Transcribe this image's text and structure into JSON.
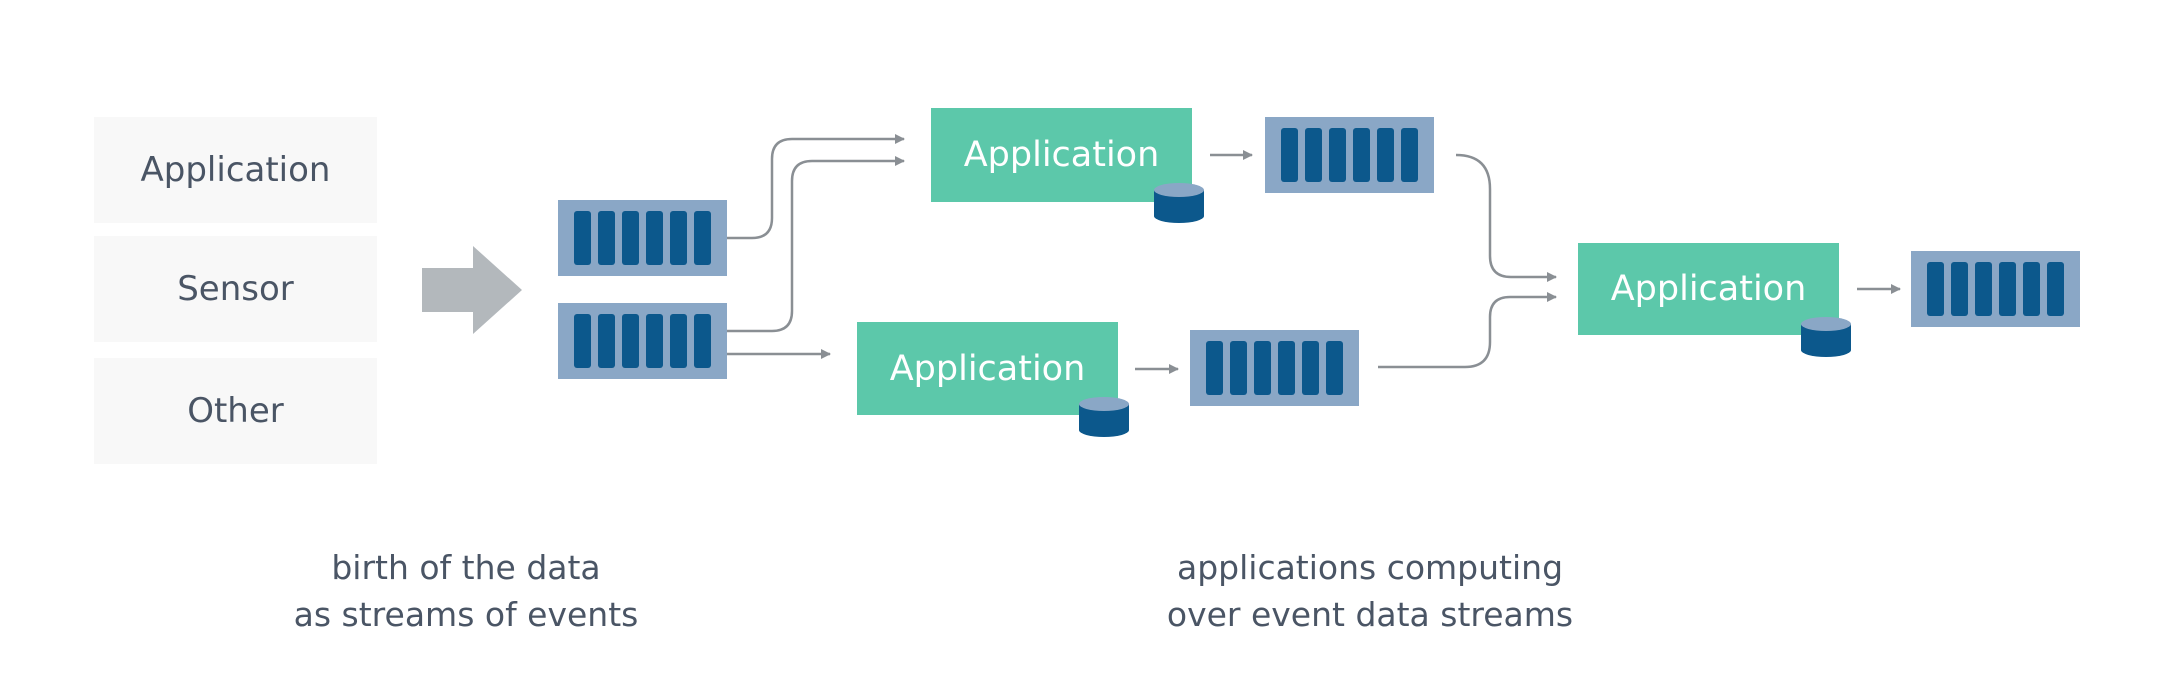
{
  "colors": {
    "source_box_bg": "#f8f8f8",
    "stream_bg": "#8aa7c6",
    "stream_slot": "#0c588c",
    "application_bg": "#5cc8aa",
    "connector": "#8a8f94",
    "big_arrow": "#b3b8bc",
    "text": "#4a5565"
  },
  "sources": [
    "Application",
    "Sensor",
    "Other"
  ],
  "applications": {
    "top": "Application",
    "bottom": "Application",
    "right": "Application"
  },
  "captions": {
    "left_line1": "birth of the data",
    "left_line2": "as streams of events",
    "right_line1": "applications computing",
    "right_line2": "over event data streams"
  },
  "icons": {
    "transfer_arrow": "right-arrow-icon",
    "state_store": "database-icon"
  }
}
